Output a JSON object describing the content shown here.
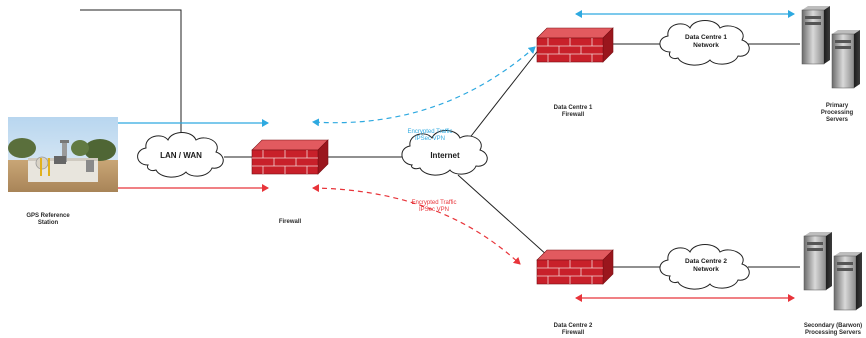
{
  "nodes": {
    "gps_station": {
      "caption_1": "GPS Reference",
      "caption_2": "Station"
    },
    "lan_wan_cloud": {
      "label": "LAN / WAN"
    },
    "firewall": {
      "caption": "Firewall"
    },
    "internet_cloud": {
      "label": "Internet"
    },
    "dc1_firewall": {
      "caption_1": "Data Centre 1",
      "caption_2": "Firewall"
    },
    "dc1_network_cloud": {
      "label_1": "Data Centre 1",
      "label_2": "Network"
    },
    "primary_servers": {
      "caption_1": "Primary",
      "caption_2": "Processing",
      "caption_3": "Servers"
    },
    "dc2_firewall": {
      "caption_1": "Data Centre 2",
      "caption_2": "Firewall"
    },
    "dc2_network_cloud": {
      "label_1": "Data Centre 2",
      "label_2": "Network"
    },
    "secondary_servers": {
      "caption_1": "Secondary (Barwon)",
      "caption_2": "Processing Servers"
    }
  },
  "links": {
    "vpn_dc1": {
      "label_1": "Encrypted Traffic",
      "label_2": "IPSec VPN",
      "color": "#2ea9e0"
    },
    "vpn_dc2": {
      "label_1": "Encrypted Traffic",
      "label_2": "IPSec VPN",
      "color": "#e8343a"
    }
  },
  "colors": {
    "blue_arrow": "#2ea9e0",
    "red_arrow": "#e8343a",
    "firewall_red": "#c8202a",
    "line": "#222222"
  }
}
